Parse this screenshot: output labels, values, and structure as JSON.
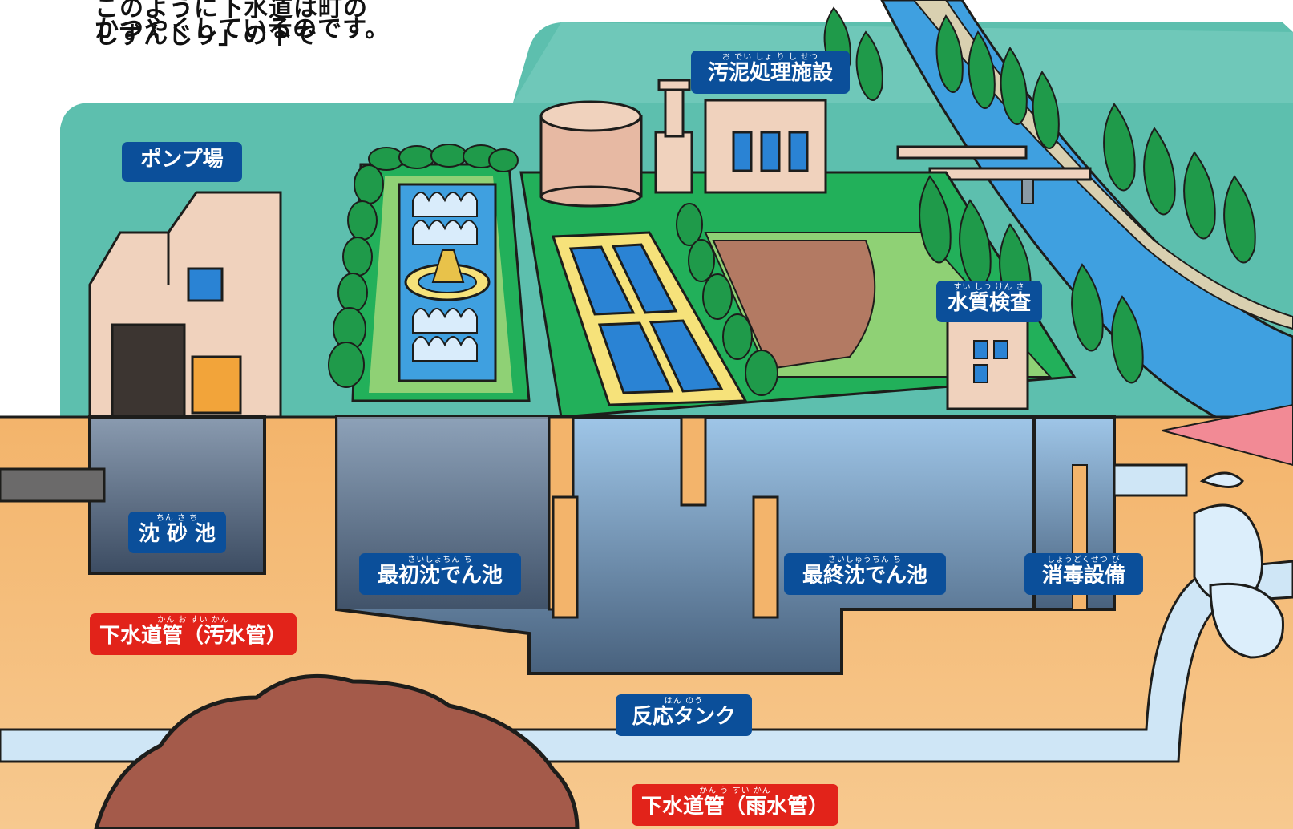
{
  "intro": {
    "line1": "このように下水道は町のしずんじり」の下で",
    "line2": "かつやくしているのです。"
  },
  "labels": {
    "pump": {
      "text": "ポンプ場"
    },
    "sludge": {
      "ruby": "お でい しょ り し せつ",
      "text": "汚泥処理施設"
    },
    "quality": {
      "ruby": "すい しつ けん さ",
      "text": "水質検査"
    },
    "grit": {
      "ruby": "ちん さ ち",
      "text": "沈 砂 池"
    },
    "primary": {
      "ruby": "さいしょちん ち",
      "text": "最初沈でん池"
    },
    "final": {
      "ruby": "さいしゅうちん ち",
      "text": "最終沈でん池"
    },
    "disinfect": {
      "ruby": "しょうどくせつ び",
      "text": "消毒設備"
    },
    "sewage_pipe": {
      "ruby": "かん お すい かん",
      "text": "下水道管（汚水管）"
    },
    "reactor": {
      "ruby": "はん のう",
      "text": "反応タンク"
    },
    "storm_pipe": {
      "ruby": "かん う すい かん",
      "text": "下水道管（雨水管）"
    }
  },
  "colors": {
    "label_blue": "#0b4f9a",
    "label_red": "#e2231a",
    "soil": "#f3b46b",
    "ground_teal": "#5dbfae",
    "grass": "#22b05a",
    "river": "#3fa0e0",
    "tree": "#1f9a4a",
    "pipe": "#8a9aa6",
    "water": "#4f6a88",
    "pink_flag": "#f28a95"
  },
  "icons": [
    "pump-house",
    "sludge-tank",
    "chimney",
    "office-building",
    "tree",
    "aeration-fountain",
    "settling-tank",
    "bridge",
    "river",
    "splash"
  ]
}
